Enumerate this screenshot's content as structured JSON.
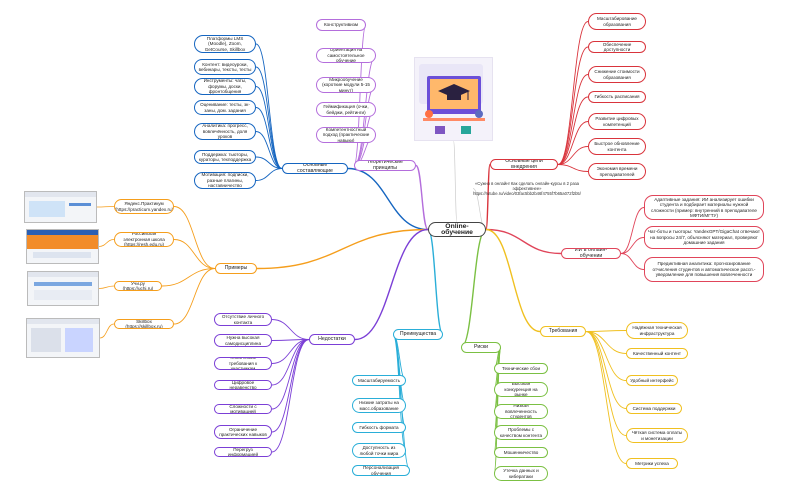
{
  "central": {
    "label": "Online-обучение",
    "color": "#444444"
  },
  "colors": {
    "platforms": "#1565c0",
    "theory": "#b46edc",
    "goals": "#d9343c",
    "ai": "#e0455a",
    "examples": "#f59e1c",
    "drawbacks": "#7b3fd6",
    "advantages": "#2aaed8",
    "risks": "#7bc043",
    "requirements": "#f0c020"
  },
  "icons": {
    "illustration": "graduation-cap-illustration",
    "screenshots": "website-screenshot-thumbnails"
  },
  "branches": {
    "platforms": {
      "label": "Основные составляющие",
      "items": [
        "Платформы LMS (Moodle), Zoom, GetCourse, Skillbox",
        "Контент: видеоуроки, вебинары, тексты, тесты",
        "Инструменты: чаты, форумы, доски, фронтобщения",
        "Оценивание: тесты, эк-заны, дом. задания",
        "Аналитика: прогресс, вовлечённость, доля уроков",
        "Поддержка: тьюторы, кураторы, техподдержка",
        "Мотивация: подписки, разные плагины, наставничество"
      ]
    },
    "theory": {
      "label": "Теоретические принципы",
      "items": [
        "Конструктивизм",
        "Ориентация на самостоятельное обучение",
        "Микрообучение (короткие модули 5-15 минут)",
        "Геймификация (очки, бейджи, рейтинги)",
        "Компетентностный подход (практические навыки)"
      ]
    },
    "goals": {
      "label": "Основные цели внедрения",
      "items": [
        "Масштабирование образования",
        "Обеспечение доступности",
        "Снижение стоимости образования",
        "Гибкость расписания",
        "Развитие цифровых компетенций",
        "Быстрое обновление контента",
        "Экономия времени преподавателей"
      ]
    },
    "ai": {
      "label": "ИИ в онлайн-обучении",
      "items": [
        "Адаптивные задания: ИИ анализирует ошибки студента и подбирает материалы нужной сложности (пример: внутренний в преподавателе МФТИ/МГТУ)",
        "Чат-боты и тьюторы: YandexGPT/GigaChat отвечают на вопросы 24/7, объясняют материал, проверяют домашние задания",
        "Предиктивная аналитика: прогнозирование отчисления студентов и автоматическое рассп.-уведомление для повышения вовлеченности"
      ]
    },
    "examples": {
      "label": "Примеры",
      "items": [
        "Яндекс.Практикум (https://practicum.yandex.ru)",
        "Российская электронная школа (https://resh.edu.ru)",
        "Учи.ру (https://uchi.ru)",
        "Skillbox (https://skillbox.ru)"
      ]
    },
    "drawbacks": {
      "label": "Недостатки",
      "items": [
        "Отсутствие личного контакта",
        "Нужна высокая самодисциплина",
        "Технические требования к участникам",
        "Цифровое неравенство",
        "Сложности с мотивацией",
        "Ограничение практических навыков",
        "Перегруз информацией"
      ]
    },
    "advantages": {
      "label": "Преимущества",
      "items": [
        "Масштабируемость",
        "Низкие затраты на масс.образование",
        "Гибкость формата",
        "Доступность из любой точки мира",
        "Персонализация обучения"
      ]
    },
    "risks": {
      "label": "Риски",
      "items": [
        "Технические сбои",
        "Высокая конкуренция на рынке",
        "Низкая вовлеченность студентов",
        "Проблемы с качеством контента",
        "Мошенничество",
        "Утечка данных и кибератаки"
      ]
    },
    "requirements": {
      "label": "Требования",
      "items": [
        "Надёжная техническая инфраструктура",
        "Качественный контент",
        "Удобный интерфейс",
        "Система поддержки",
        "Чёткая система оплаты и монетизации",
        "Метрики успеха"
      ]
    }
  },
  "note": "«Сужно в онлайн! Как сделать онлайн-курсы в 2 раза эффективнее» https://rutube.ru/video/03fac5bb2b46f4755f7b65a072f2b5/"
}
